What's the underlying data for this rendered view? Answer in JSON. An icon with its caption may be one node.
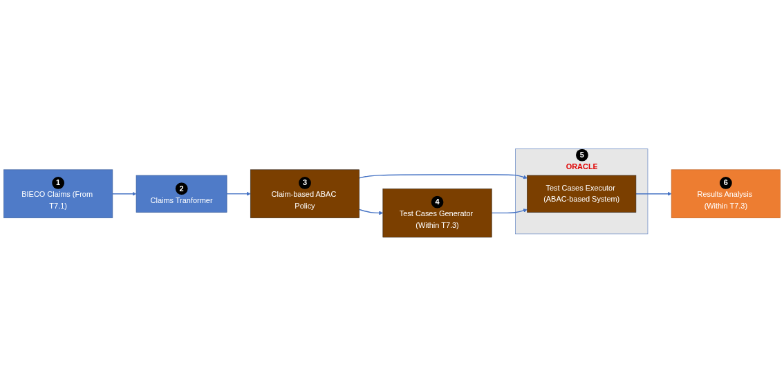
{
  "diagram": {
    "nodes": [
      {
        "text": [
          "1",
          "BIECO Claims (From T7.1)"
        ]
      },
      {
        "text": [
          "2",
          "Claims Tranformer"
        ]
      },
      {
        "text": [
          "3",
          "Claim-based ABAC Policy"
        ]
      },
      {
        "text": [
          "5",
          "ORACLE"
        ]
      },
      {
        "text": [
          "Test Cases Executor (ABAC-based System)"
        ],
        "in": 3
      },
      {
        "text": [
          "6",
          "Results Analysis (Within T7.3)"
        ]
      },
      {
        "text": [
          "4",
          "Test Cases Generator (Within T7.3)"
        ]
      }
    ],
    "edges": [
      {
        "from": 0,
        "to": 1,
        "arrow": "to"
      },
      {
        "from": 1,
        "to": 2,
        "arrow": "to"
      },
      {
        "from": 2,
        "to": 4,
        "arrow": "to"
      },
      {
        "from": 2,
        "to": 6,
        "arrow": "to"
      },
      {
        "from": 6,
        "to": 4,
        "arrow": "to"
      },
      {
        "from": 4,
        "to": 5,
        "arrow": "to"
      }
    ]
  }
}
